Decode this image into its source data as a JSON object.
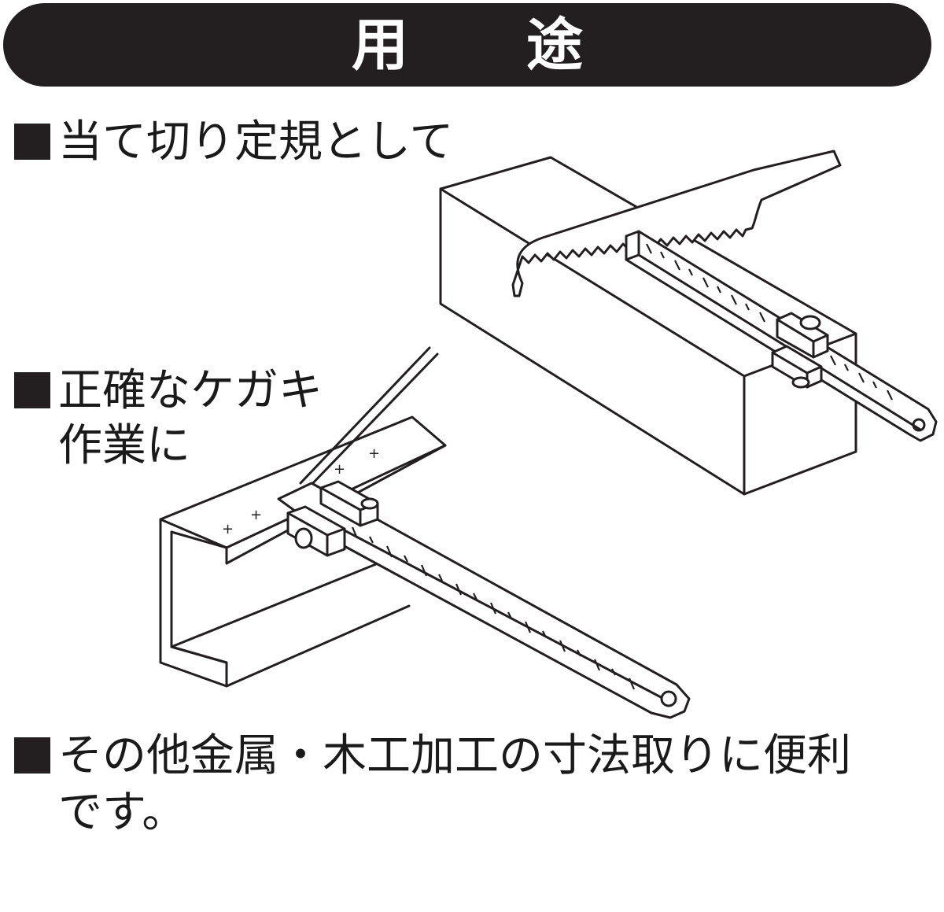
{
  "header": {
    "title": "用途"
  },
  "usages": [
    {
      "lines": [
        "当て切り定規として"
      ]
    },
    {
      "lines": [
        "正確なケガキ",
        "作業に"
      ]
    },
    {
      "lines": [
        "その他金属・木工加工の寸法取りに便利",
        "です。"
      ]
    }
  ],
  "illustrations": {
    "saw_cutting": {
      "icon": "saw-with-ruler-guide-illustration"
    },
    "marking": {
      "icon": "scribe-marking-with-ruler-illustration",
      "marks": [
        "+",
        "+",
        "+",
        "+"
      ]
    }
  },
  "colors": {
    "ink": "#231f20",
    "background": "#ffffff"
  }
}
